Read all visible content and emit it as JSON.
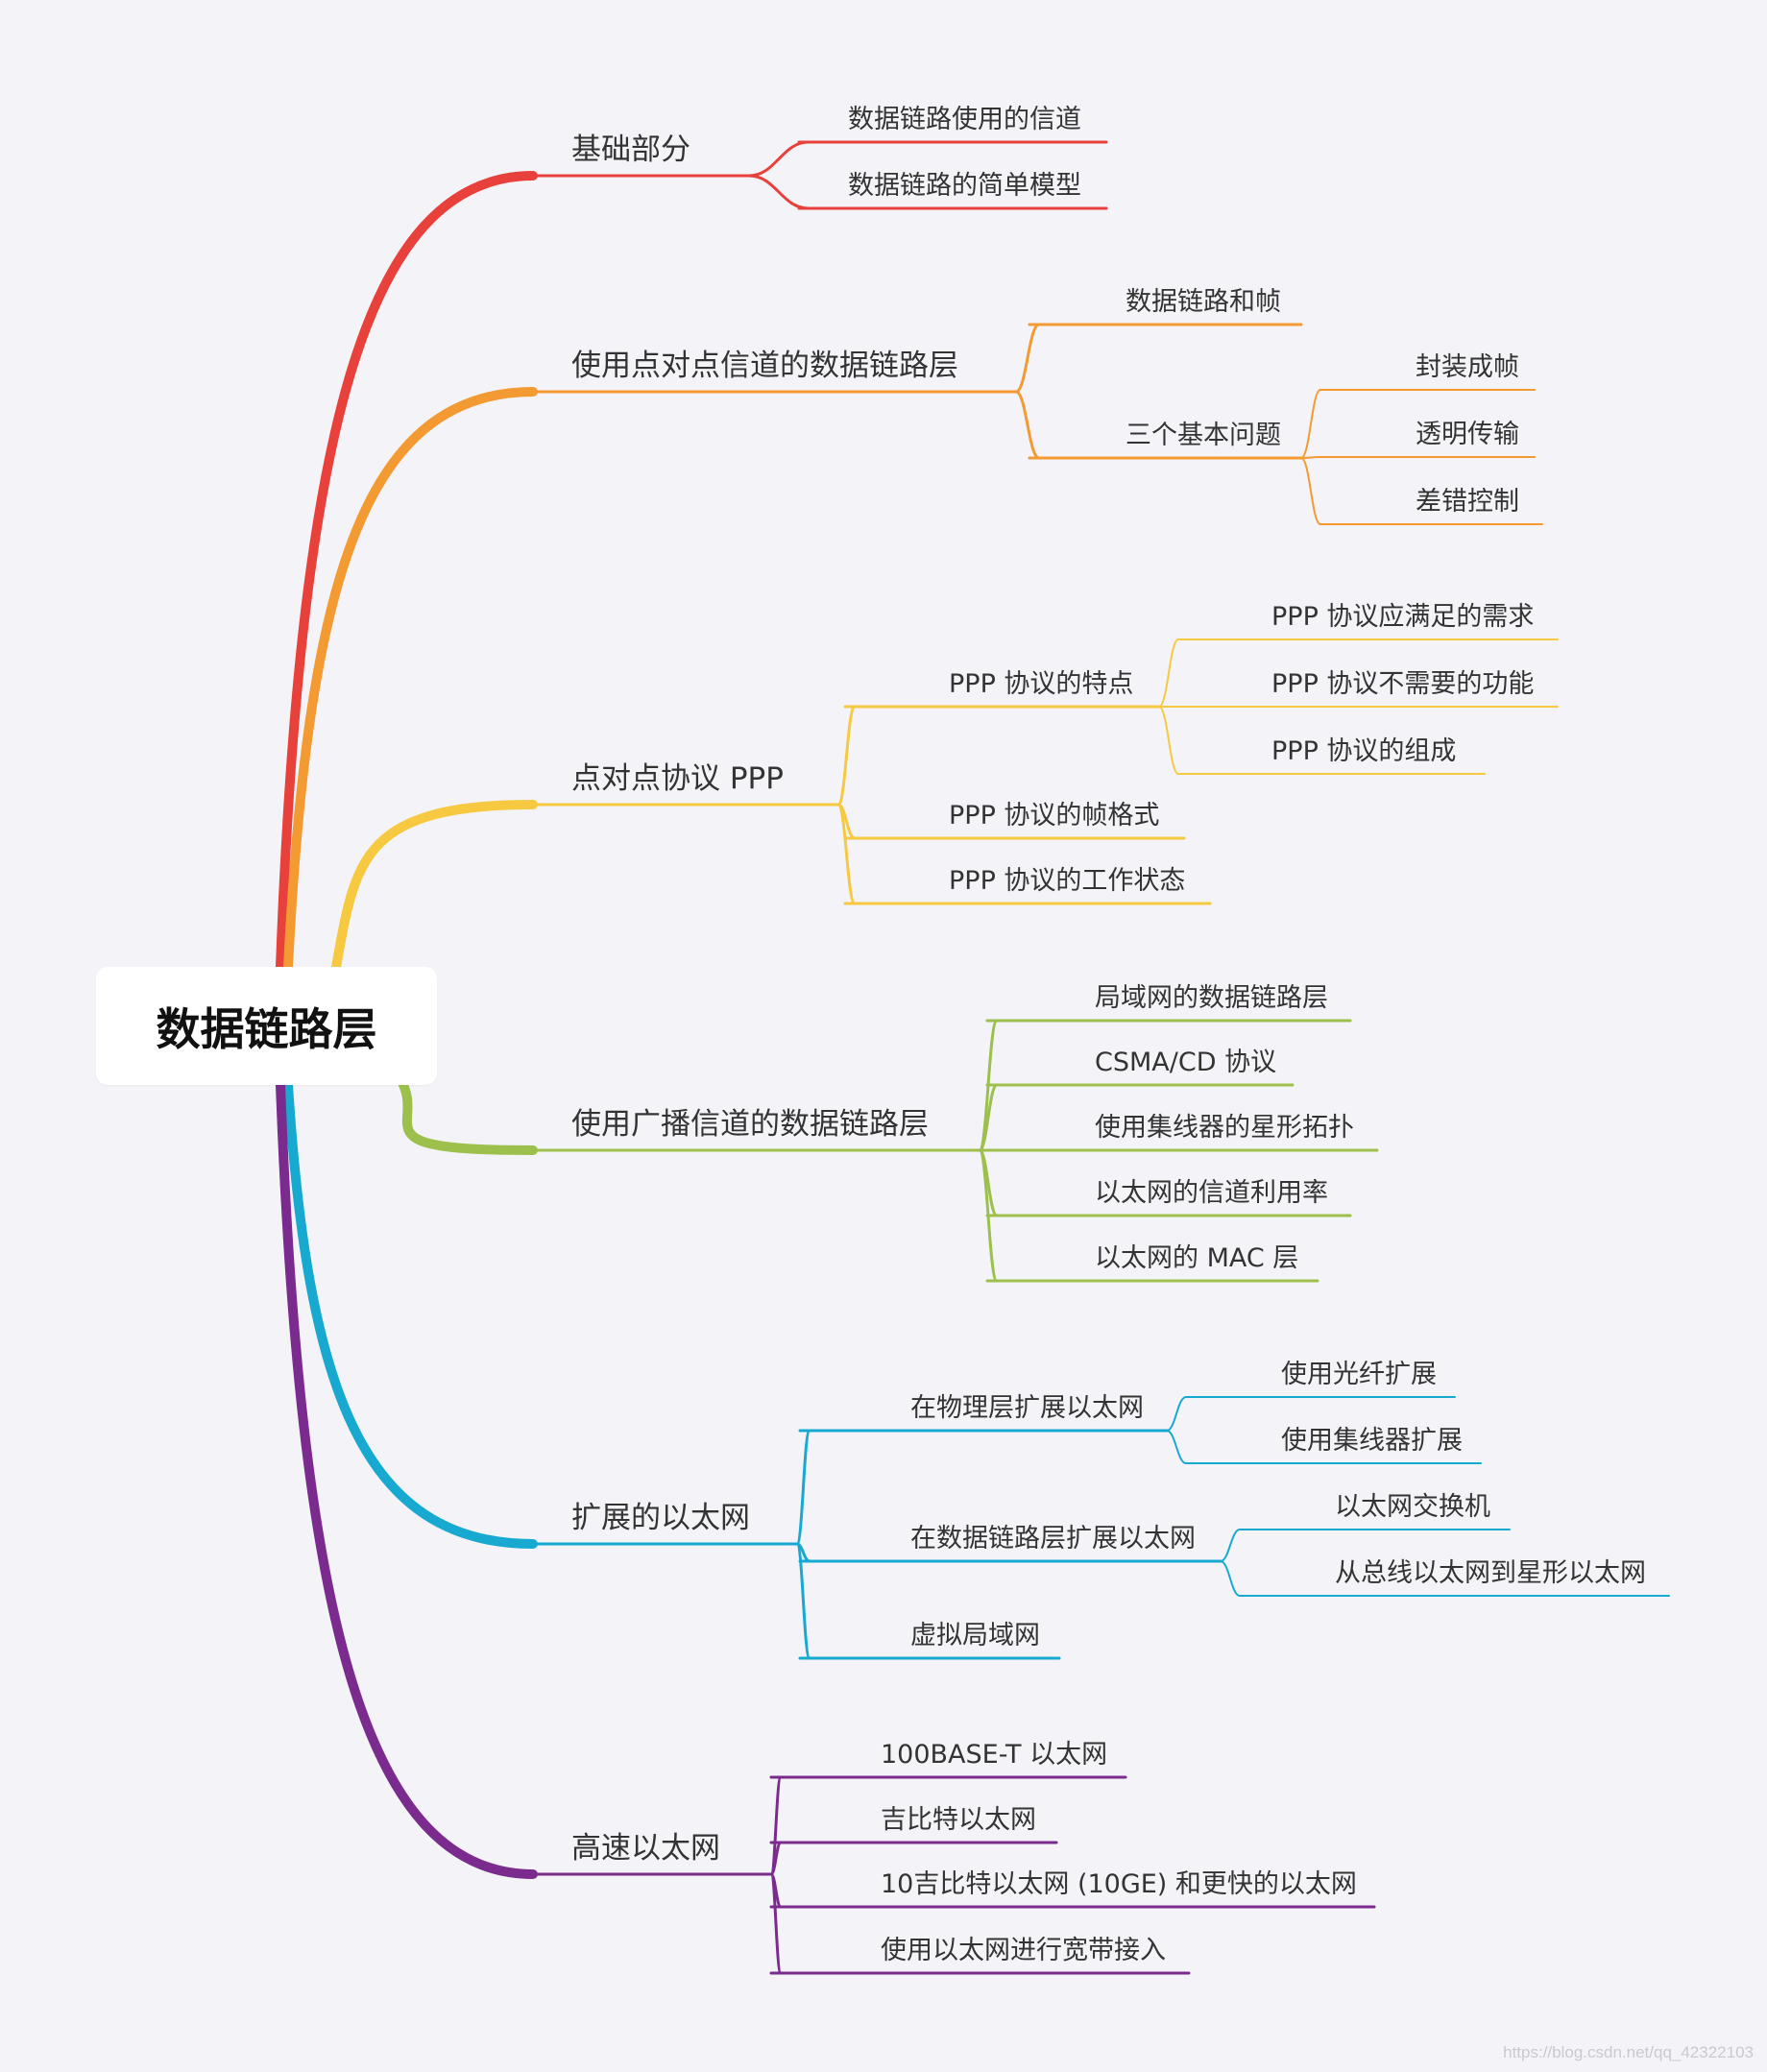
{
  "root": {
    "label": "数据链路层"
  },
  "watermark": "https://blog.csdn.net/qq_42322103",
  "branches": [
    {
      "label": "基础部分",
      "color": "#e8413b",
      "children": [
        {
          "label": "数据链路使用的信道",
          "children": []
        },
        {
          "label": "数据链路的简单模型",
          "children": []
        }
      ]
    },
    {
      "label": "使用点对点信道的数据链路层",
      "color": "#f39a33",
      "children": [
        {
          "label": "数据链路和帧",
          "children": []
        },
        {
          "label": "三个基本问题",
          "children": [
            {
              "label": "封装成帧"
            },
            {
              "label": "透明传输"
            },
            {
              "label": "差错控制"
            }
          ]
        }
      ]
    },
    {
      "label": "点对点协议 PPP",
      "color": "#f6c941",
      "children": [
        {
          "label": "PPP 协议的特点",
          "children": [
            {
              "label": "PPP 协议应满足的需求"
            },
            {
              "label": "PPP 协议不需要的功能"
            },
            {
              "label": "PPP 协议的组成"
            }
          ]
        },
        {
          "label": "PPP 协议的帧格式",
          "children": []
        },
        {
          "label": "PPP 协议的工作状态",
          "children": []
        }
      ]
    },
    {
      "label": "使用广播信道的数据链路层",
      "color": "#9cc04b",
      "children": [
        {
          "label": "局域网的数据链路层",
          "children": []
        },
        {
          "label": "CSMA/CD 协议",
          "children": []
        },
        {
          "label": "使用集线器的星形拓扑",
          "children": []
        },
        {
          "label": "以太网的信道利用率",
          "children": []
        },
        {
          "label": "以太网的 MAC 层",
          "children": []
        }
      ]
    },
    {
      "label": "扩展的以太网",
      "color": "#17a9cf",
      "children": [
        {
          "label": "在物理层扩展以太网",
          "children": [
            {
              "label": "使用光纤扩展"
            },
            {
              "label": "使用集线器扩展"
            }
          ]
        },
        {
          "label": "在数据链路层扩展以太网",
          "children": [
            {
              "label": "以太网交换机"
            },
            {
              "label": "从总线以太网到星形以太网"
            }
          ]
        },
        {
          "label": "虚拟局域网",
          "children": []
        }
      ]
    },
    {
      "label": "高速以太网",
      "color": "#7b2a8e",
      "children": [
        {
          "label": "100BASE-T 以太网",
          "children": []
        },
        {
          "label": "吉比特以太网",
          "children": []
        },
        {
          "label": "10吉比特以太网 (10GE) 和更快的以太网",
          "children": []
        },
        {
          "label": "使用以太网进行宽带接入",
          "children": []
        }
      ]
    }
  ]
}
